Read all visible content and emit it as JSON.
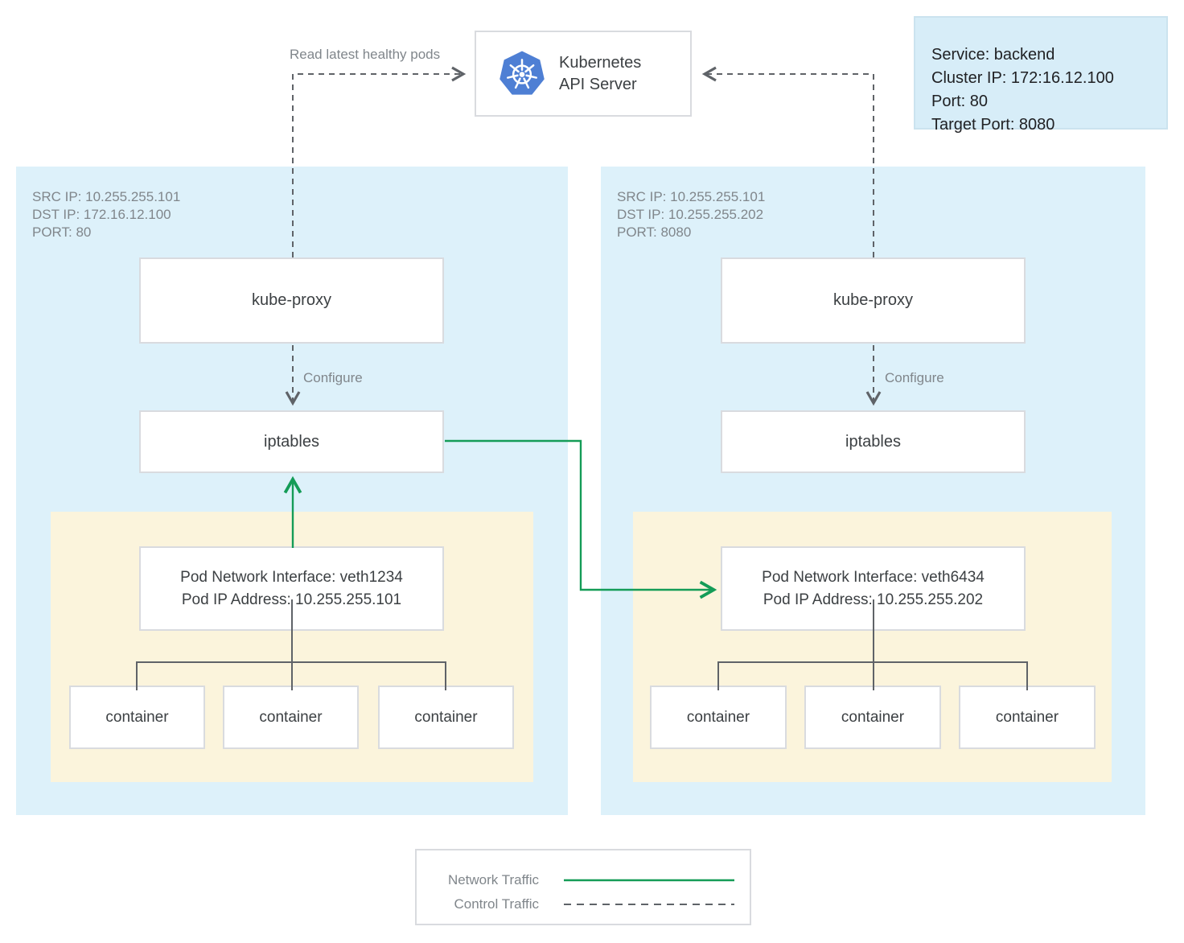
{
  "api_server": {
    "name_line1": "Kubernetes",
    "name_line2": "API Server"
  },
  "service_panel": {
    "service": "Service: backend",
    "cluster_ip": "Cluster IP: 172:16.12.100",
    "port": "Port: 80",
    "target_port": "Target Port: 8080"
  },
  "annotations": {
    "read_latest_healthy_pods": "Read latest healthy pods",
    "configure_left": "Configure",
    "configure_right": "Configure"
  },
  "node_left": {
    "src_ip": "SRC IP: 10.255.255.101",
    "dst_ip": "DST IP: 172.16.12.100",
    "port": "PORT: 80",
    "kube_proxy_label": "kube-proxy",
    "iptables_label": "iptables",
    "pod_interface_line1": "Pod Network Interface: veth1234",
    "pod_interface_line2": "Pod IP Address: 10.255.255.101",
    "containers": [
      "container",
      "container",
      "container"
    ]
  },
  "node_right": {
    "src_ip": "SRC IP: 10.255.255.101",
    "dst_ip": "DST IP: 10.255.255.202",
    "port": "PORT: 8080",
    "kube_proxy_label": "kube-proxy",
    "iptables_label": "iptables",
    "pod_interface_line1": "Pod Network Interface: veth6434",
    "pod_interface_line2": "Pod IP Address: 10.255.255.202",
    "containers": [
      "container",
      "container",
      "container"
    ]
  },
  "legend": {
    "network_traffic": "Network Traffic",
    "control_traffic": "Control Traffic"
  },
  "colors": {
    "network_traffic_green": "#149c57",
    "control_traffic_gray": "#5f6368",
    "connector_gray": "#5f6368",
    "node_background": "#ddf1fa",
    "pod_background": "#fbf4dc",
    "service_background": "#d7edf8",
    "kubernetes_blue": "#4e7fd4",
    "box_border": "#d9dbdf"
  }
}
